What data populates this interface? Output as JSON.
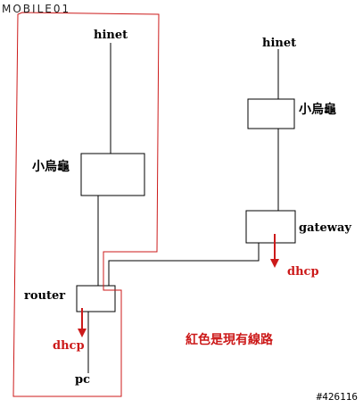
{
  "logo": {
    "text": "MOBILE01"
  },
  "watermark": {
    "text": "#426116"
  },
  "left_network": {
    "hinet": "hinet",
    "box_label": "小烏龜",
    "router": "router",
    "dhcp": "dhcp",
    "pc": "pc"
  },
  "right_network": {
    "hinet": "hinet",
    "box_label": "小烏龜",
    "gateway": "gateway",
    "dhcp": "dhcp"
  },
  "legend": {
    "text": "紅色是現有線路"
  },
  "colors": {
    "line_black": "#000000",
    "line_red": "#cc1a1a",
    "background": "#ffffff"
  }
}
